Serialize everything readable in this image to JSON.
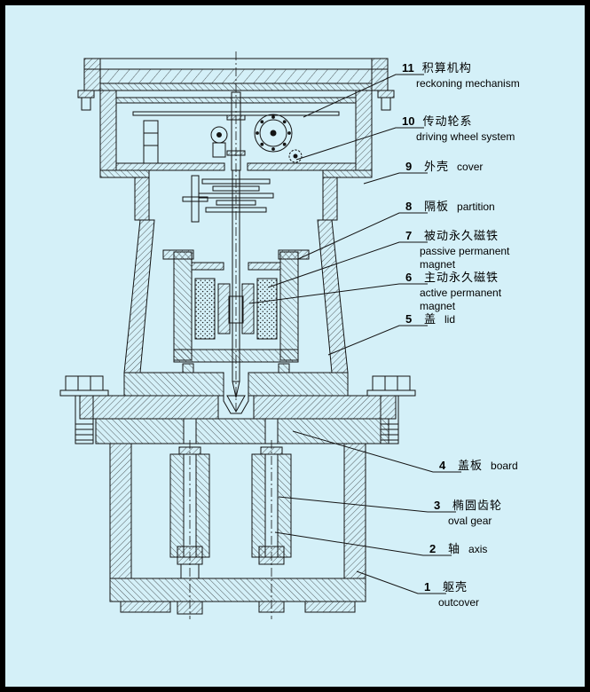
{
  "page": {
    "background": "#d4f0f8",
    "frame_color": "#000000",
    "line_color": "#141414"
  },
  "labels": [
    {
      "num": "11",
      "zh": "积算机构",
      "en": "reckoning mechanism"
    },
    {
      "num": "10",
      "zh": "传动轮系",
      "en": "driving wheel system"
    },
    {
      "num": "9",
      "zh": "外壳",
      "en": "cover"
    },
    {
      "num": "8",
      "zh": "隔板",
      "en": "partition"
    },
    {
      "num": "7",
      "zh": "被动永久磁铁",
      "en": "passive permanent magnet"
    },
    {
      "num": "6",
      "zh": "主动永久磁铁",
      "en": "active permanent magnet"
    },
    {
      "num": "5",
      "zh": "盖",
      "en": "lid"
    },
    {
      "num": "4",
      "zh": "盖板",
      "en": "board"
    },
    {
      "num": "3",
      "zh": "椭圆齿轮",
      "en": "oval gear"
    },
    {
      "num": "2",
      "zh": "轴",
      "en": "axis"
    },
    {
      "num": "1",
      "zh": "躯壳",
      "en": "outcover"
    }
  ]
}
